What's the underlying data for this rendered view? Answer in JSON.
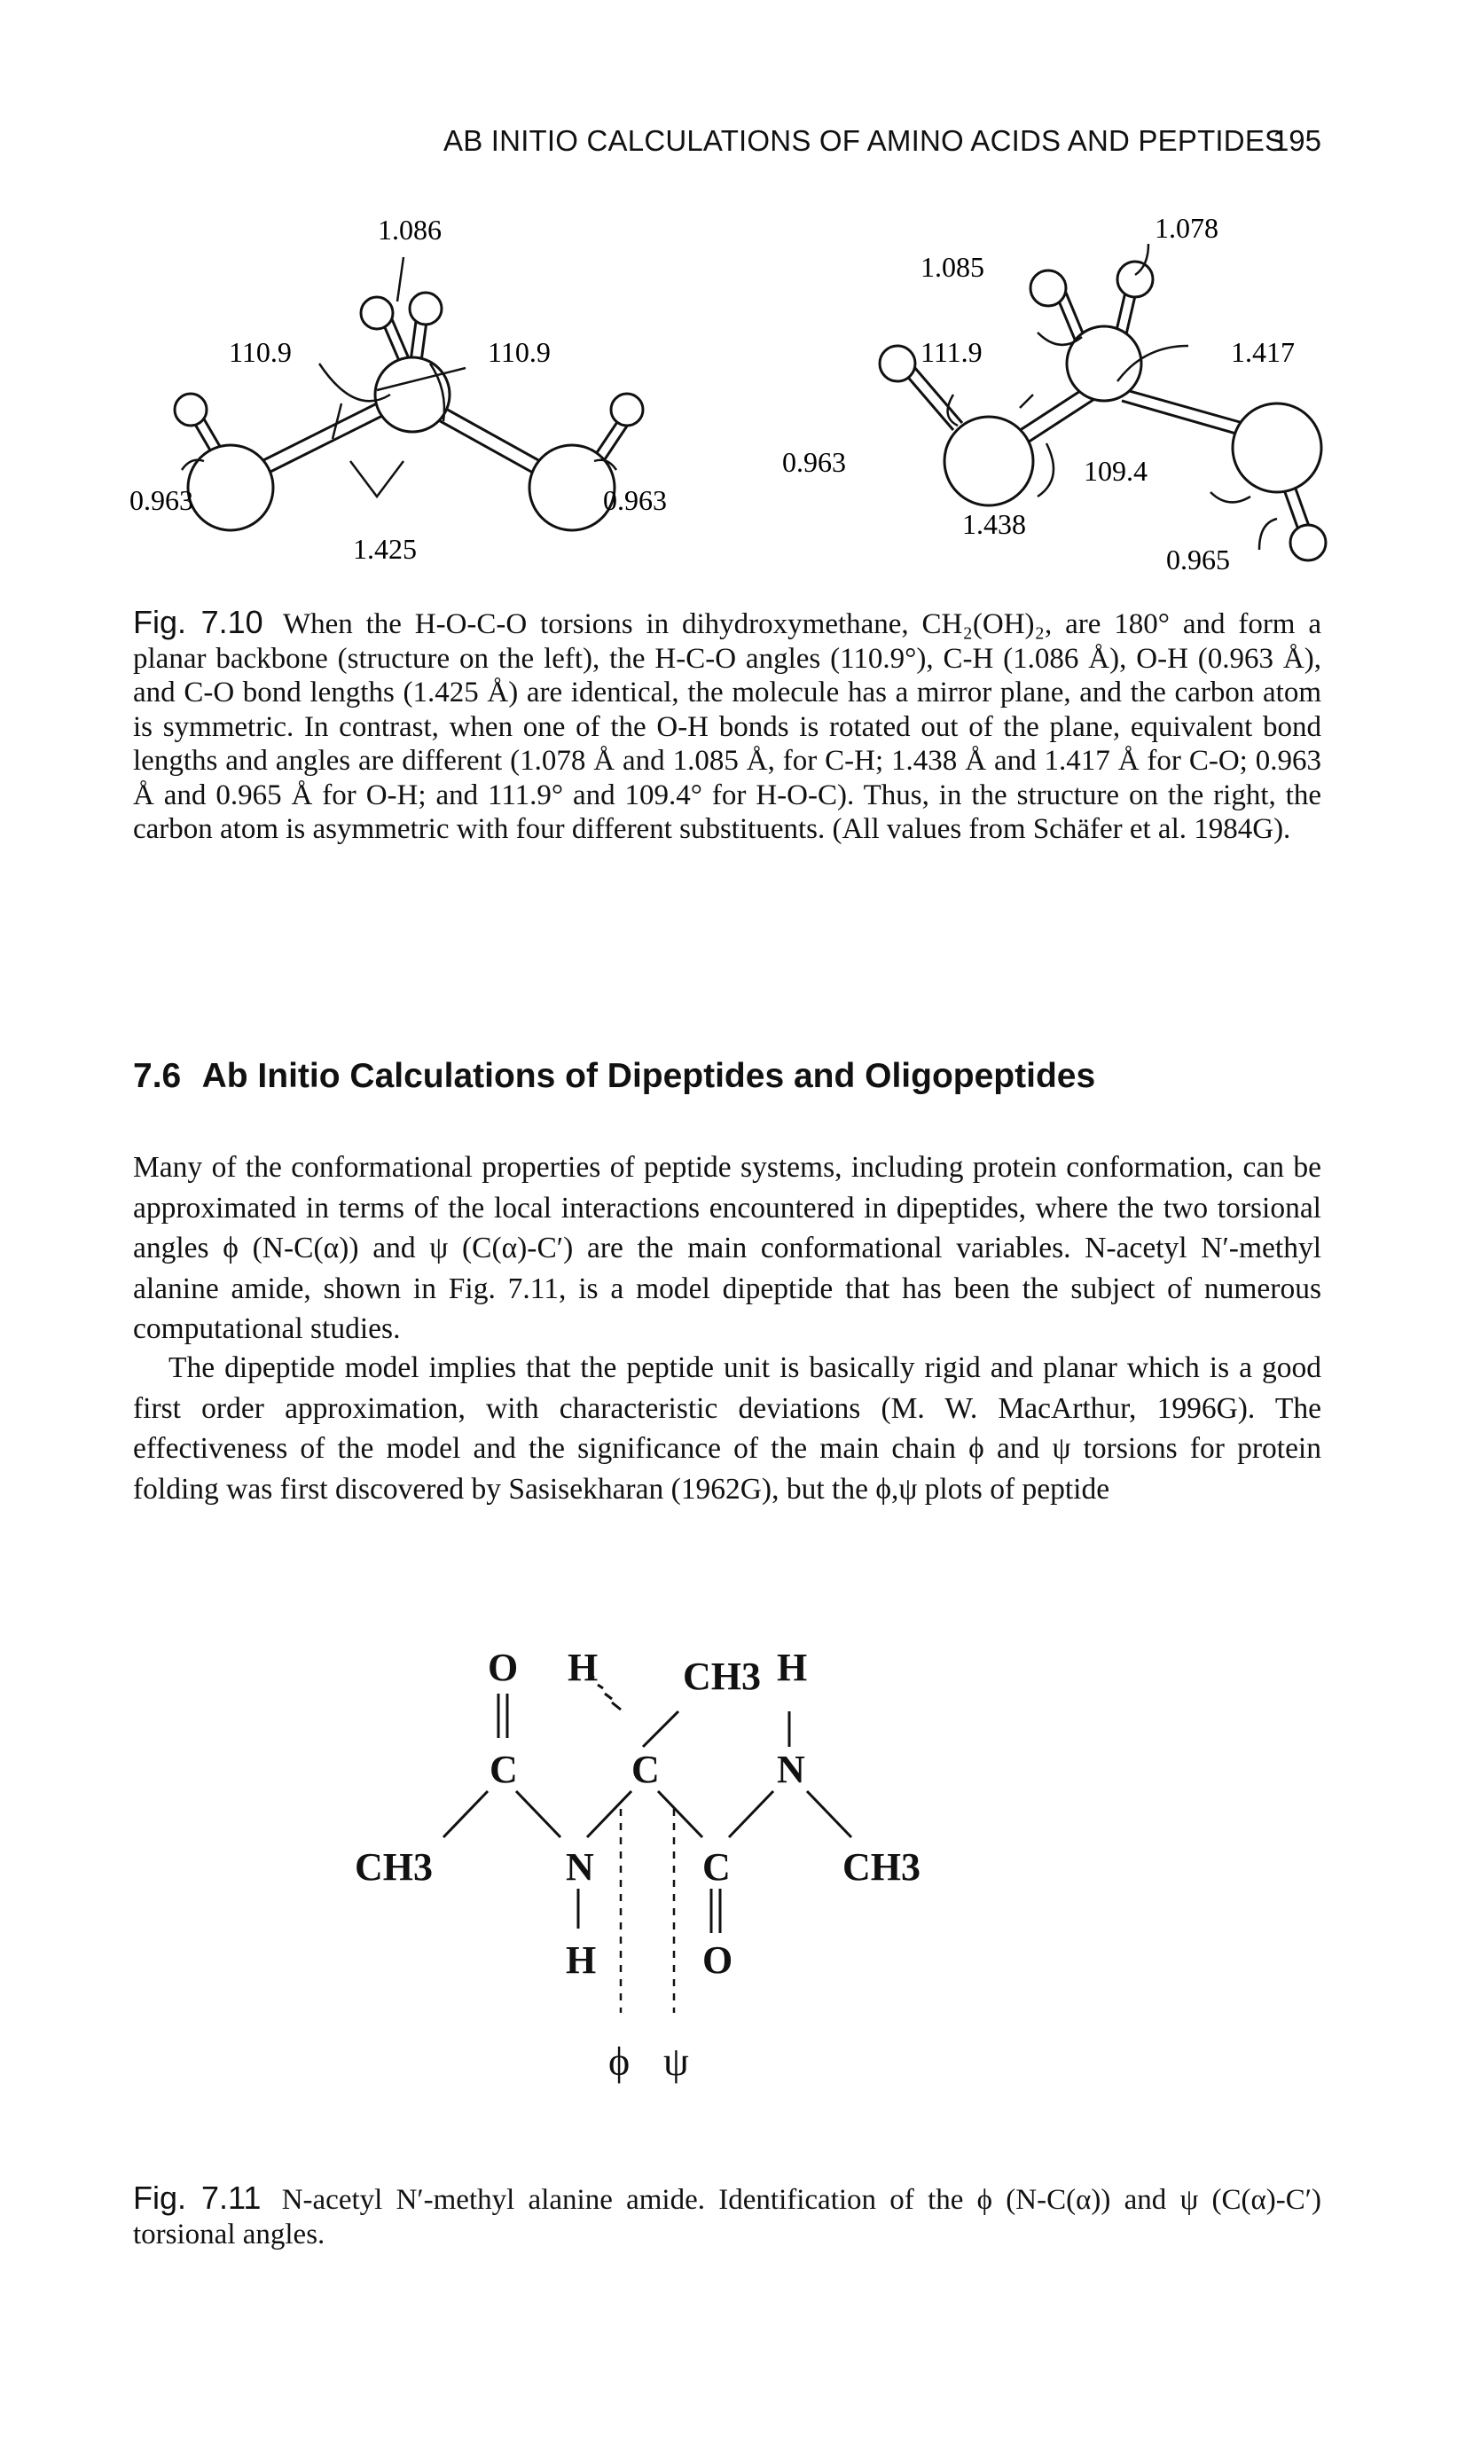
{
  "header": {
    "running_title": "AB INITIO CALCULATIONS OF AMINO ACIDS AND PEPTIDES",
    "page_number": "195"
  },
  "figure_7_10": {
    "left": {
      "ch_length": "1.086",
      "hco_angle_left": "110.9",
      "hco_angle_right": "110.9",
      "oh_left": "0.963",
      "oh_right": "0.963",
      "co_length": "1.425"
    },
    "right": {
      "ch_top": "1.078",
      "ch_left": "1.085",
      "angle_left": "111.9",
      "co_right": "1.417",
      "oh_left": "0.963",
      "angle_right": "109.4",
      "co_left": "1.438",
      "oh_right": "0.965"
    },
    "caption_label": "Fig. 7.10",
    "caption_text": "When the H-O-C-O torsions in dihydroxymethane, CH₂(OH)₂, are 180° and form a planar backbone (structure on the left), the H-C-O angles (110.9°), C-H (1.086 Å), O-H (0.963 Å), and C-O bond lengths (1.425 Å) are identical, the molecule has a mirror plane, and the carbon atom is symmetric. In contrast, when one of the O-H bonds is rotated out of the plane, equivalent bond lengths and angles are different (1.078 Å and 1.085 Å, for C-H; 1.438 Å and 1.417 Å for C-O; 0.963 Å and 0.965 Å for O-H; and 111.9° and 109.4° for H-O-C). Thus, in the structure on the right, the carbon atom is asymmetric with four different substituents. (All values from Schäfer et al. 1984G)."
  },
  "section": {
    "number": "7.6",
    "title": "Ab Initio Calculations of Dipeptides and Oligopeptides"
  },
  "paragraphs": {
    "p1": "Many of the conformational properties of peptide systems, including protein conformation, can be approximated in terms of the local interactions encountered in dipeptides, where the two torsional angles ϕ (N-C(α)) and ψ (C(α)-C′) are the main conformational variables. N-acetyl N′-methyl alanine amide, shown in Fig. 7.11, is a model dipeptide that has been the subject of numerous computational studies.",
    "p2": "The dipeptide model implies that the peptide unit is basically rigid and planar which is a good first order approximation, with characteristic deviations (M. W. MacArthur, 1996G). The effectiveness of the model and the significance of the main chain ϕ and ψ torsions for protein folding was first discovered by Sasisekharan (1962G), but the ϕ,ψ plots of peptide"
  },
  "figure_7_11": {
    "atoms": {
      "o_top": "O",
      "h_top": "H",
      "ch3_top": "CH3",
      "h_right_top": "H",
      "c_carbonyl_left": "C",
      "c_alpha": "C",
      "n_right": "N",
      "ch3_left": "CH3",
      "n_left": "N",
      "c_carbonyl_right": "C",
      "ch3_right": "CH3",
      "h_bottom": "H",
      "o_bottom": "O"
    },
    "phi": "ϕ",
    "psi": "ψ",
    "caption_label": "Fig. 7.11",
    "caption_text": "N-acetyl N′-methyl alanine amide. Identification of the ϕ (N-C(α)) and ψ (C(α)-C′) torsional angles."
  }
}
